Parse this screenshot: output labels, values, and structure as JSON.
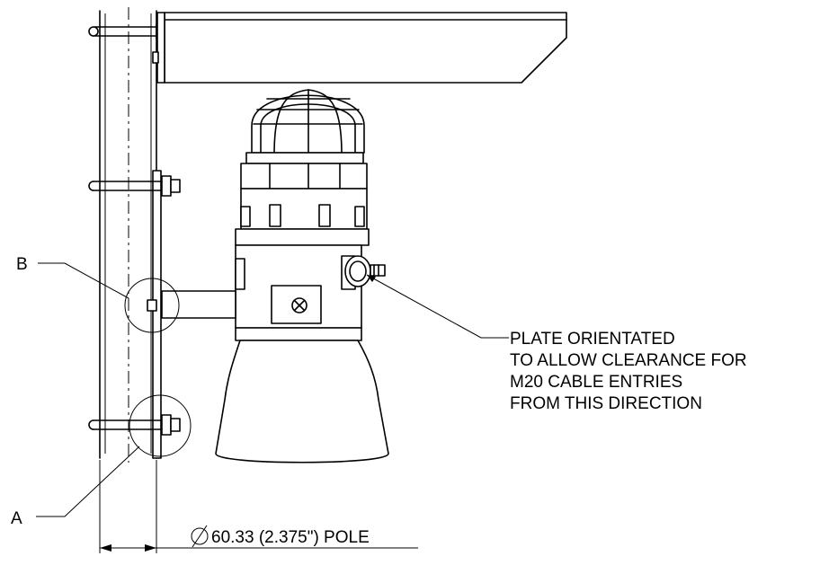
{
  "labels": {
    "b": "B",
    "a": "A",
    "pole": "60.33 (2.375\") POLE"
  },
  "note": {
    "line1": "PLATE ORIENTATED",
    "line2": "TO ALLOW CLEARANCE FOR",
    "line3": "M20 CABLE ENTRIES",
    "line4": "FROM THIS DIRECTION"
  }
}
